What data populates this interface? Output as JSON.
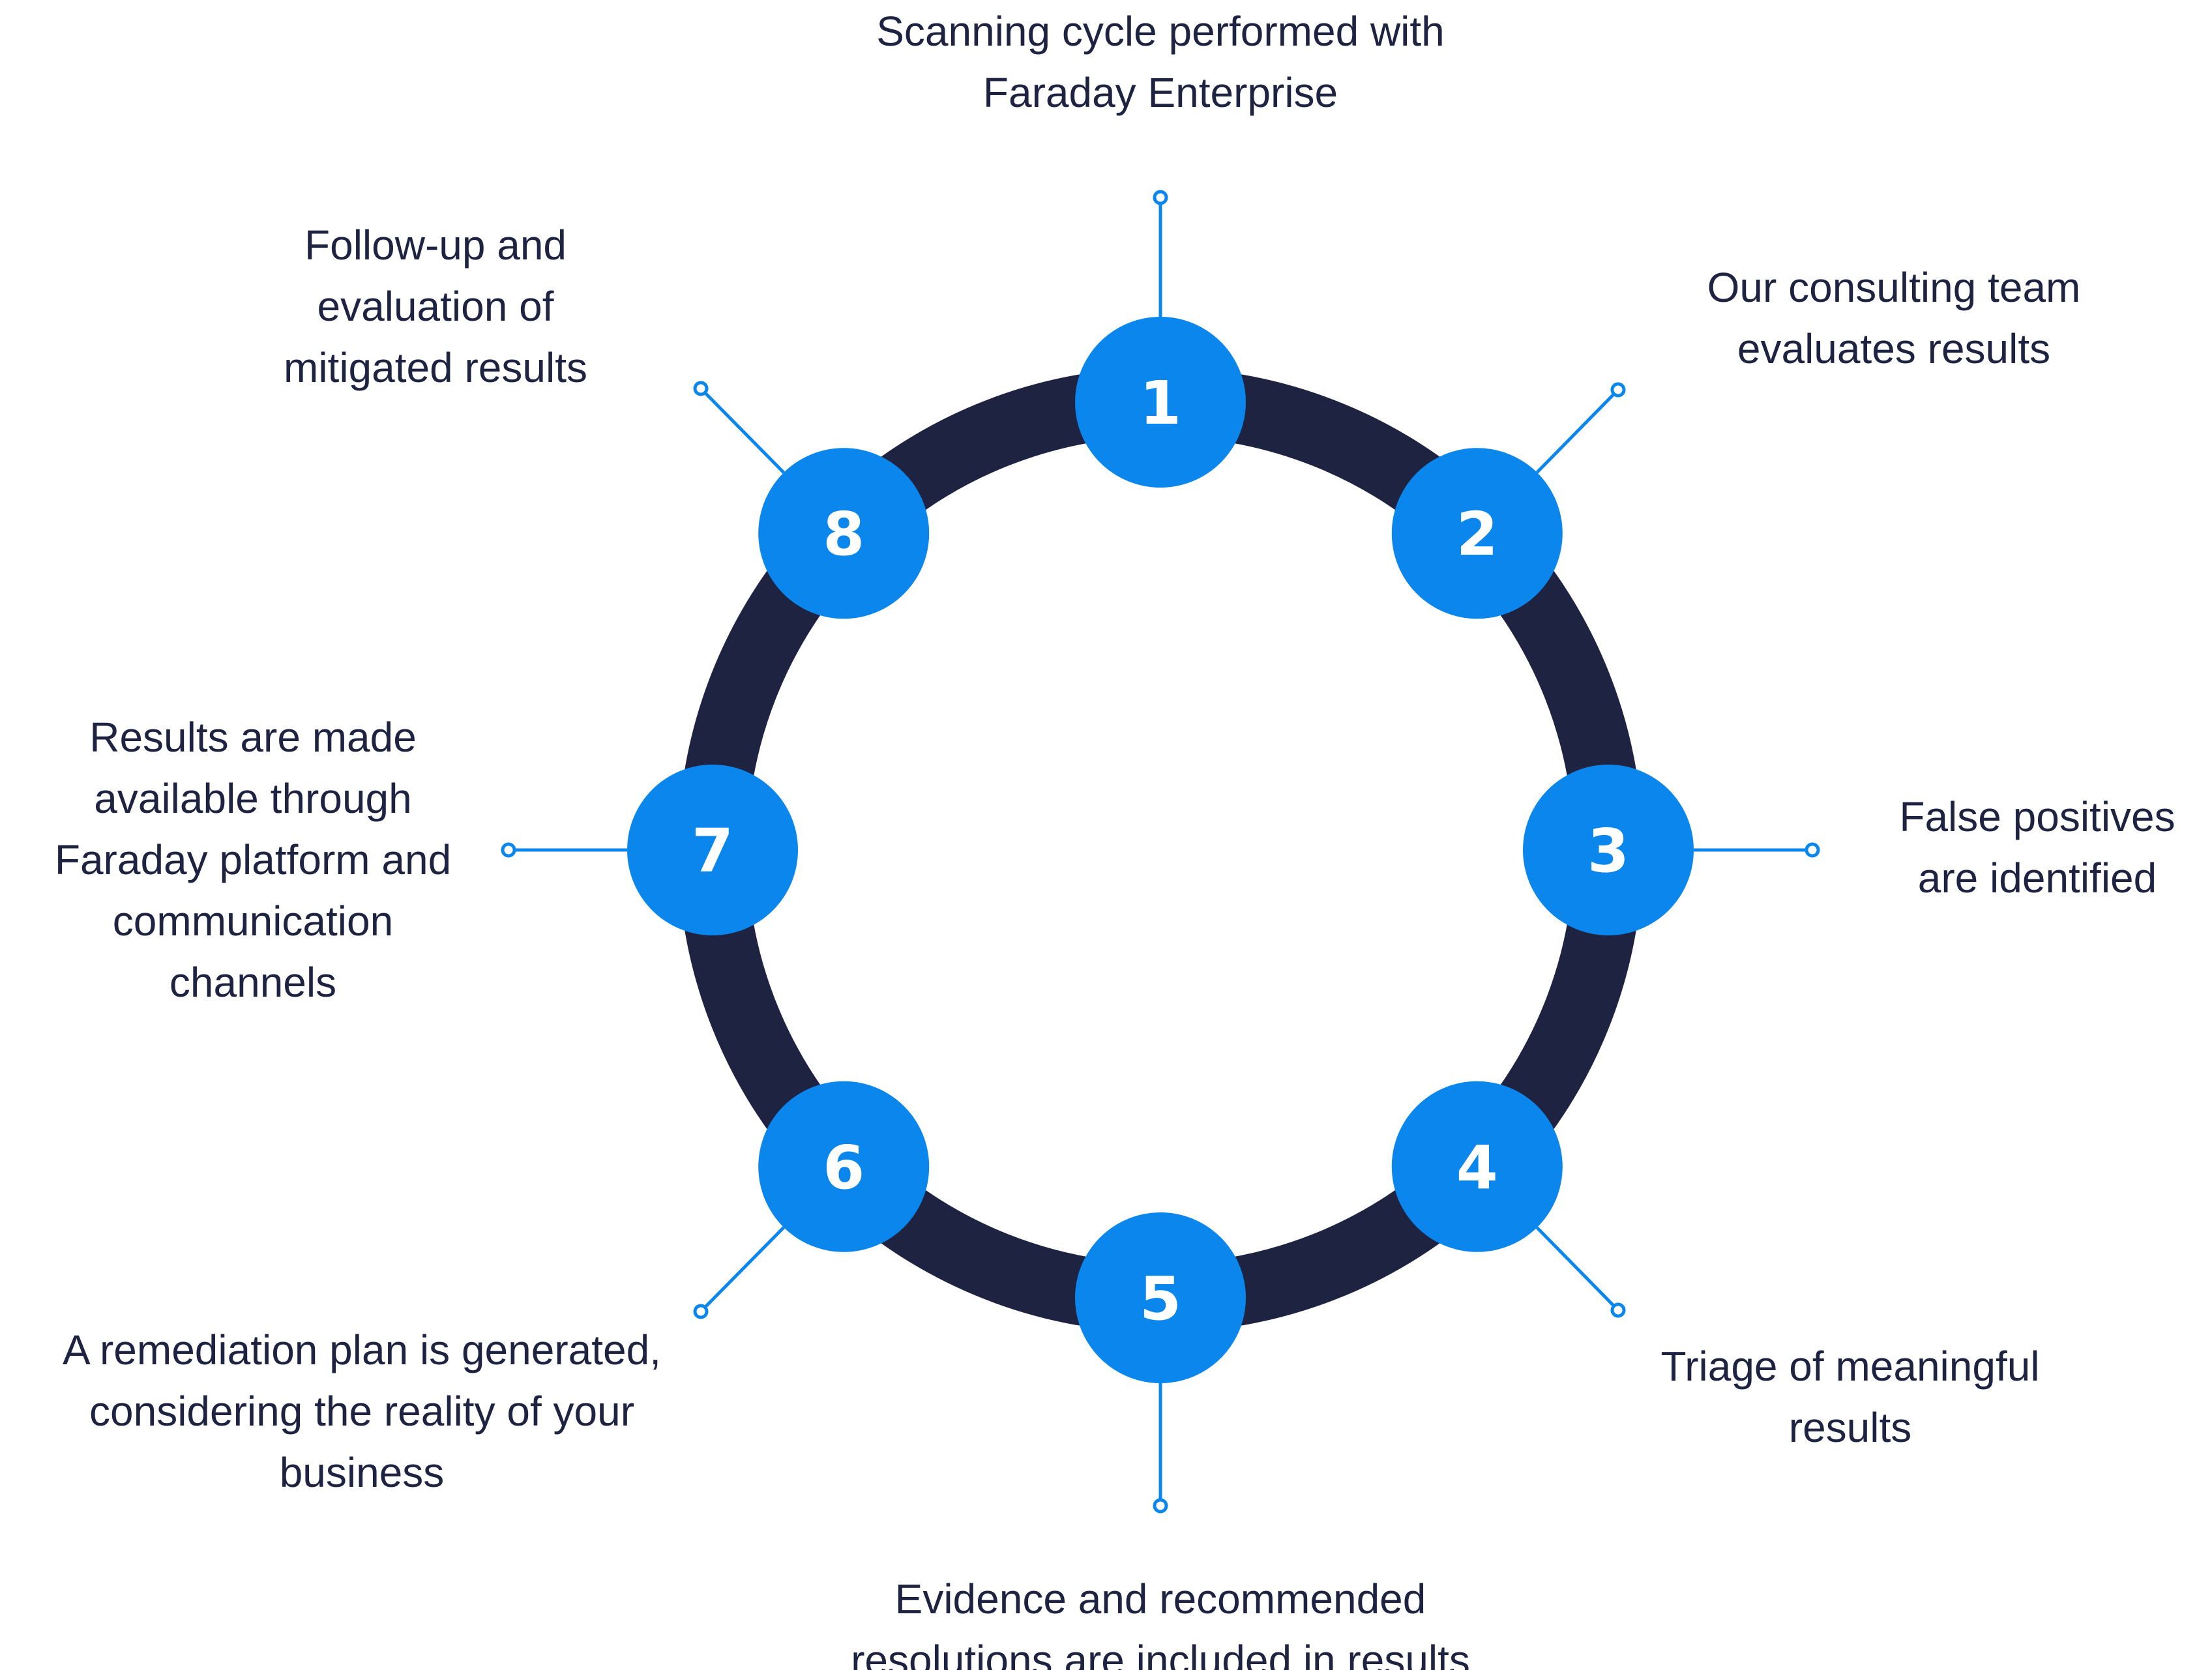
{
  "colors": {
    "ring": "#1e2342",
    "node": "#0a86ec",
    "node_text": "#ffffff",
    "connector": "#0a86ec",
    "label_text": "#1e2342",
    "background": "#ffffff"
  },
  "steps": [
    {
      "number": "1",
      "lines": [
        "Scanning cycle performed with",
        "Faraday Enterprise"
      ]
    },
    {
      "number": "2",
      "lines": [
        "Our consulting team",
        "evaluates results"
      ]
    },
    {
      "number": "3",
      "lines": [
        "False positives",
        "are identified"
      ]
    },
    {
      "number": "4",
      "lines": [
        "Triage of meaningful",
        "results"
      ]
    },
    {
      "number": "5",
      "lines": [
        "Evidence and recommended",
        "resolutions are included in results"
      ]
    },
    {
      "number": "6",
      "lines": [
        "A remediation plan is generated,",
        "considering the reality of your",
        "business"
      ]
    },
    {
      "number": "7",
      "lines": [
        "Results are made",
        "available through",
        "Faraday platform and",
        "communication",
        "channels"
      ]
    },
    {
      "number": "8",
      "lines": [
        "Follow-up and",
        "evaluation of",
        "mitigated results"
      ]
    }
  ]
}
